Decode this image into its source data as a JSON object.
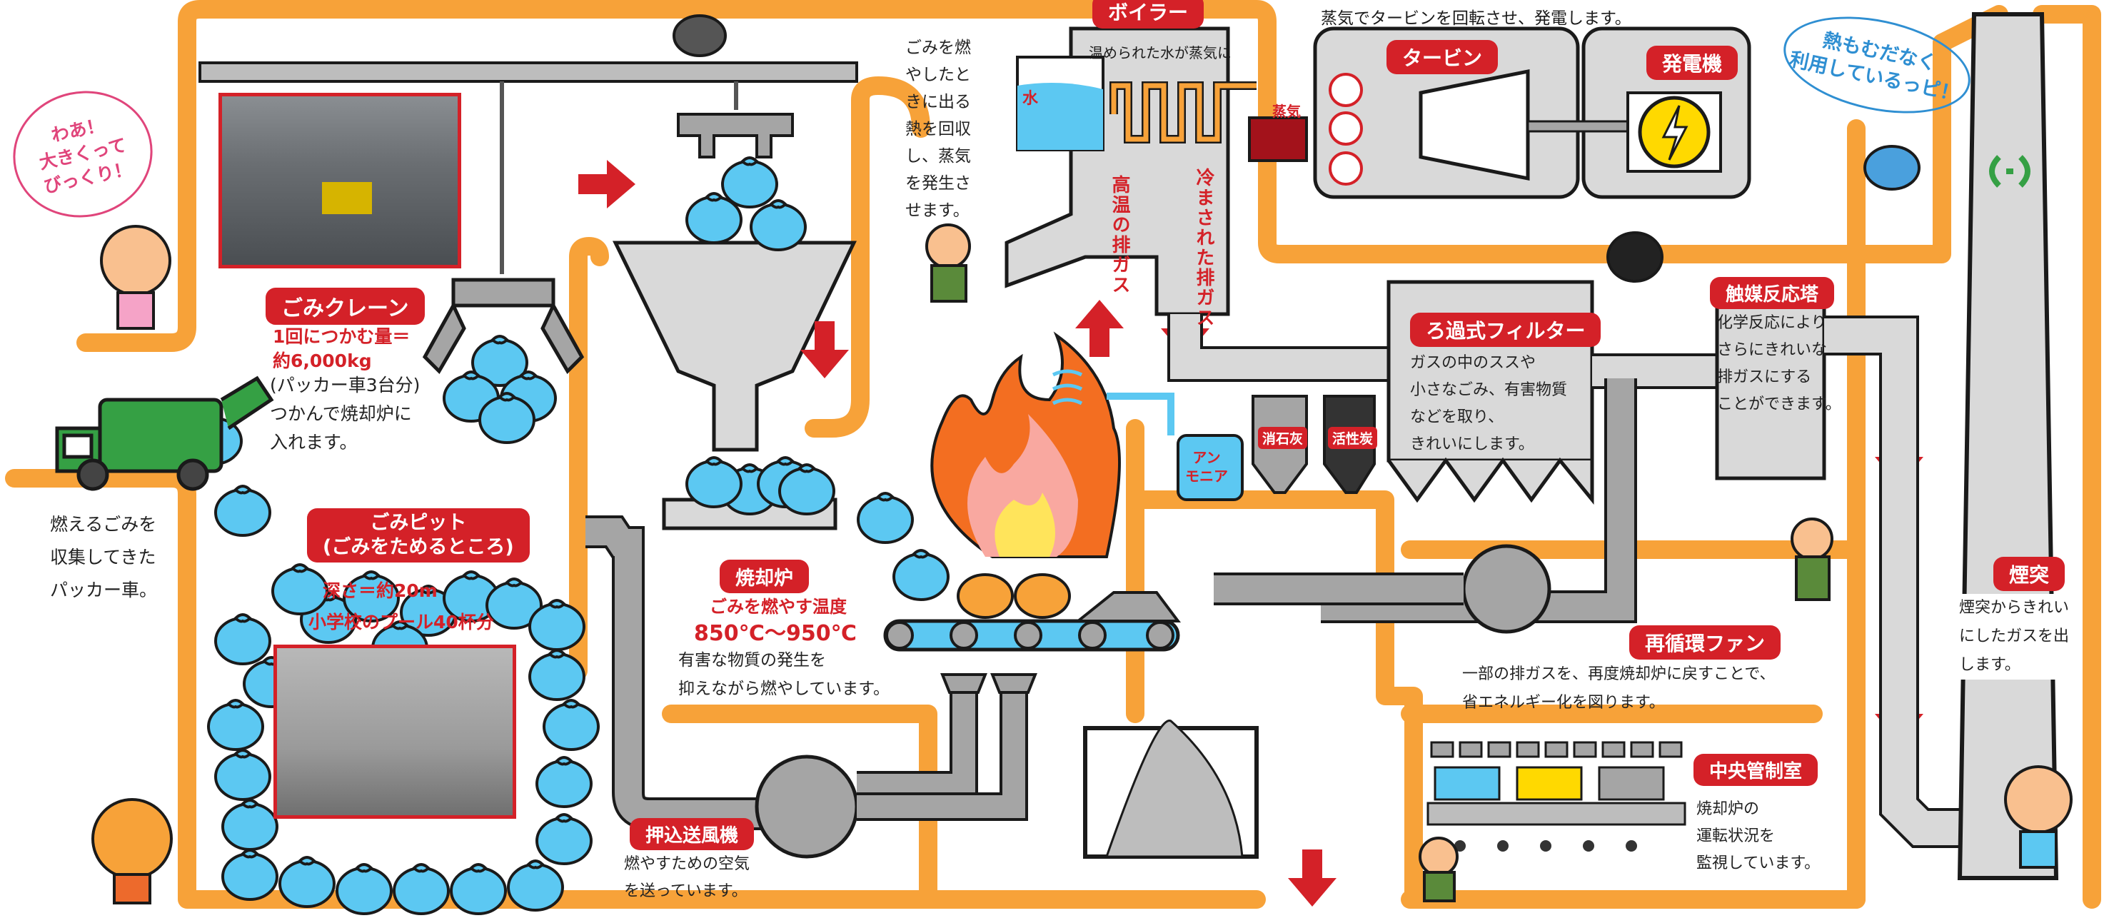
{
  "colors": {
    "orange": "#f7a239",
    "red": "#d42128",
    "blue": "#5cc8f2",
    "gray": "#a5a5a5",
    "green": "#35a044"
  },
  "speech": {
    "wow": "わあ！\n大きくって\nびっくり！",
    "bird": "熱もむだなく\n利用しているっピ！"
  },
  "truck": {
    "text": "燃えるごみを\n収集してきた\nパッカー車。"
  },
  "crane": {
    "label": "ごみクレーン",
    "capacity": "1回につかむ量＝\n約6,000kg",
    "desc": "(パッカー車3台分)\nつかんで焼却炉に\n入れます。"
  },
  "pit": {
    "label": "ごみピット\n(ごみをためるところ)",
    "depth": "深さ＝約20m",
    "pools": "小学校のプール40杯分"
  },
  "heat_note": "ごみを燃\nやしたと\nきに出る\n熱を回収\nし、蒸気\nを発生さ\nせます。",
  "incinerator": {
    "label": "焼却炉",
    "temp_label": "ごみを燃やす温度",
    "temp": "850℃～950℃",
    "desc": "有害な物質の発生を\n抑えながら燃やしています。"
  },
  "fan_push": {
    "label": "押込送風機",
    "desc": "燃やすための空気\nを送っています。"
  },
  "boiler": {
    "label": "ボイラー",
    "heated": "温められた水が蒸気に",
    "water": "水",
    "steam": "蒸気",
    "hot_gas": "高温の排ガス",
    "cooled_gas": "冷まされた排ガス"
  },
  "turbine": {
    "top_text": "蒸気でタービンを回転させ、発電します。",
    "turbine_label": "タービン",
    "generator_label": "発電機"
  },
  "ammonia": "アン\nモニア",
  "lime": "消石灰",
  "carbon": "活性炭",
  "filter": {
    "label": "ろ過式フィルター",
    "desc": "ガスの中のススや\n小さなごみ、有害物質\nなどを取り、\nきれいにします。"
  },
  "catalyst": {
    "label": "触媒反応塔",
    "desc": "化学反応により\nさらにきれいな\n排ガスにする\nことができます。"
  },
  "recirc": {
    "label": "再循環ファン",
    "desc": "一部の排ガスを、再度焼却炉に戻すことで、\n省エネルギー化を図ります。"
  },
  "control": {
    "label": "中央管制室",
    "desc": "焼却炉の\n運転状況を\n監視しています。"
  },
  "chimney": {
    "label": "煙突",
    "desc": "煙突からきれい\nにしたガスを出\nします。"
  }
}
